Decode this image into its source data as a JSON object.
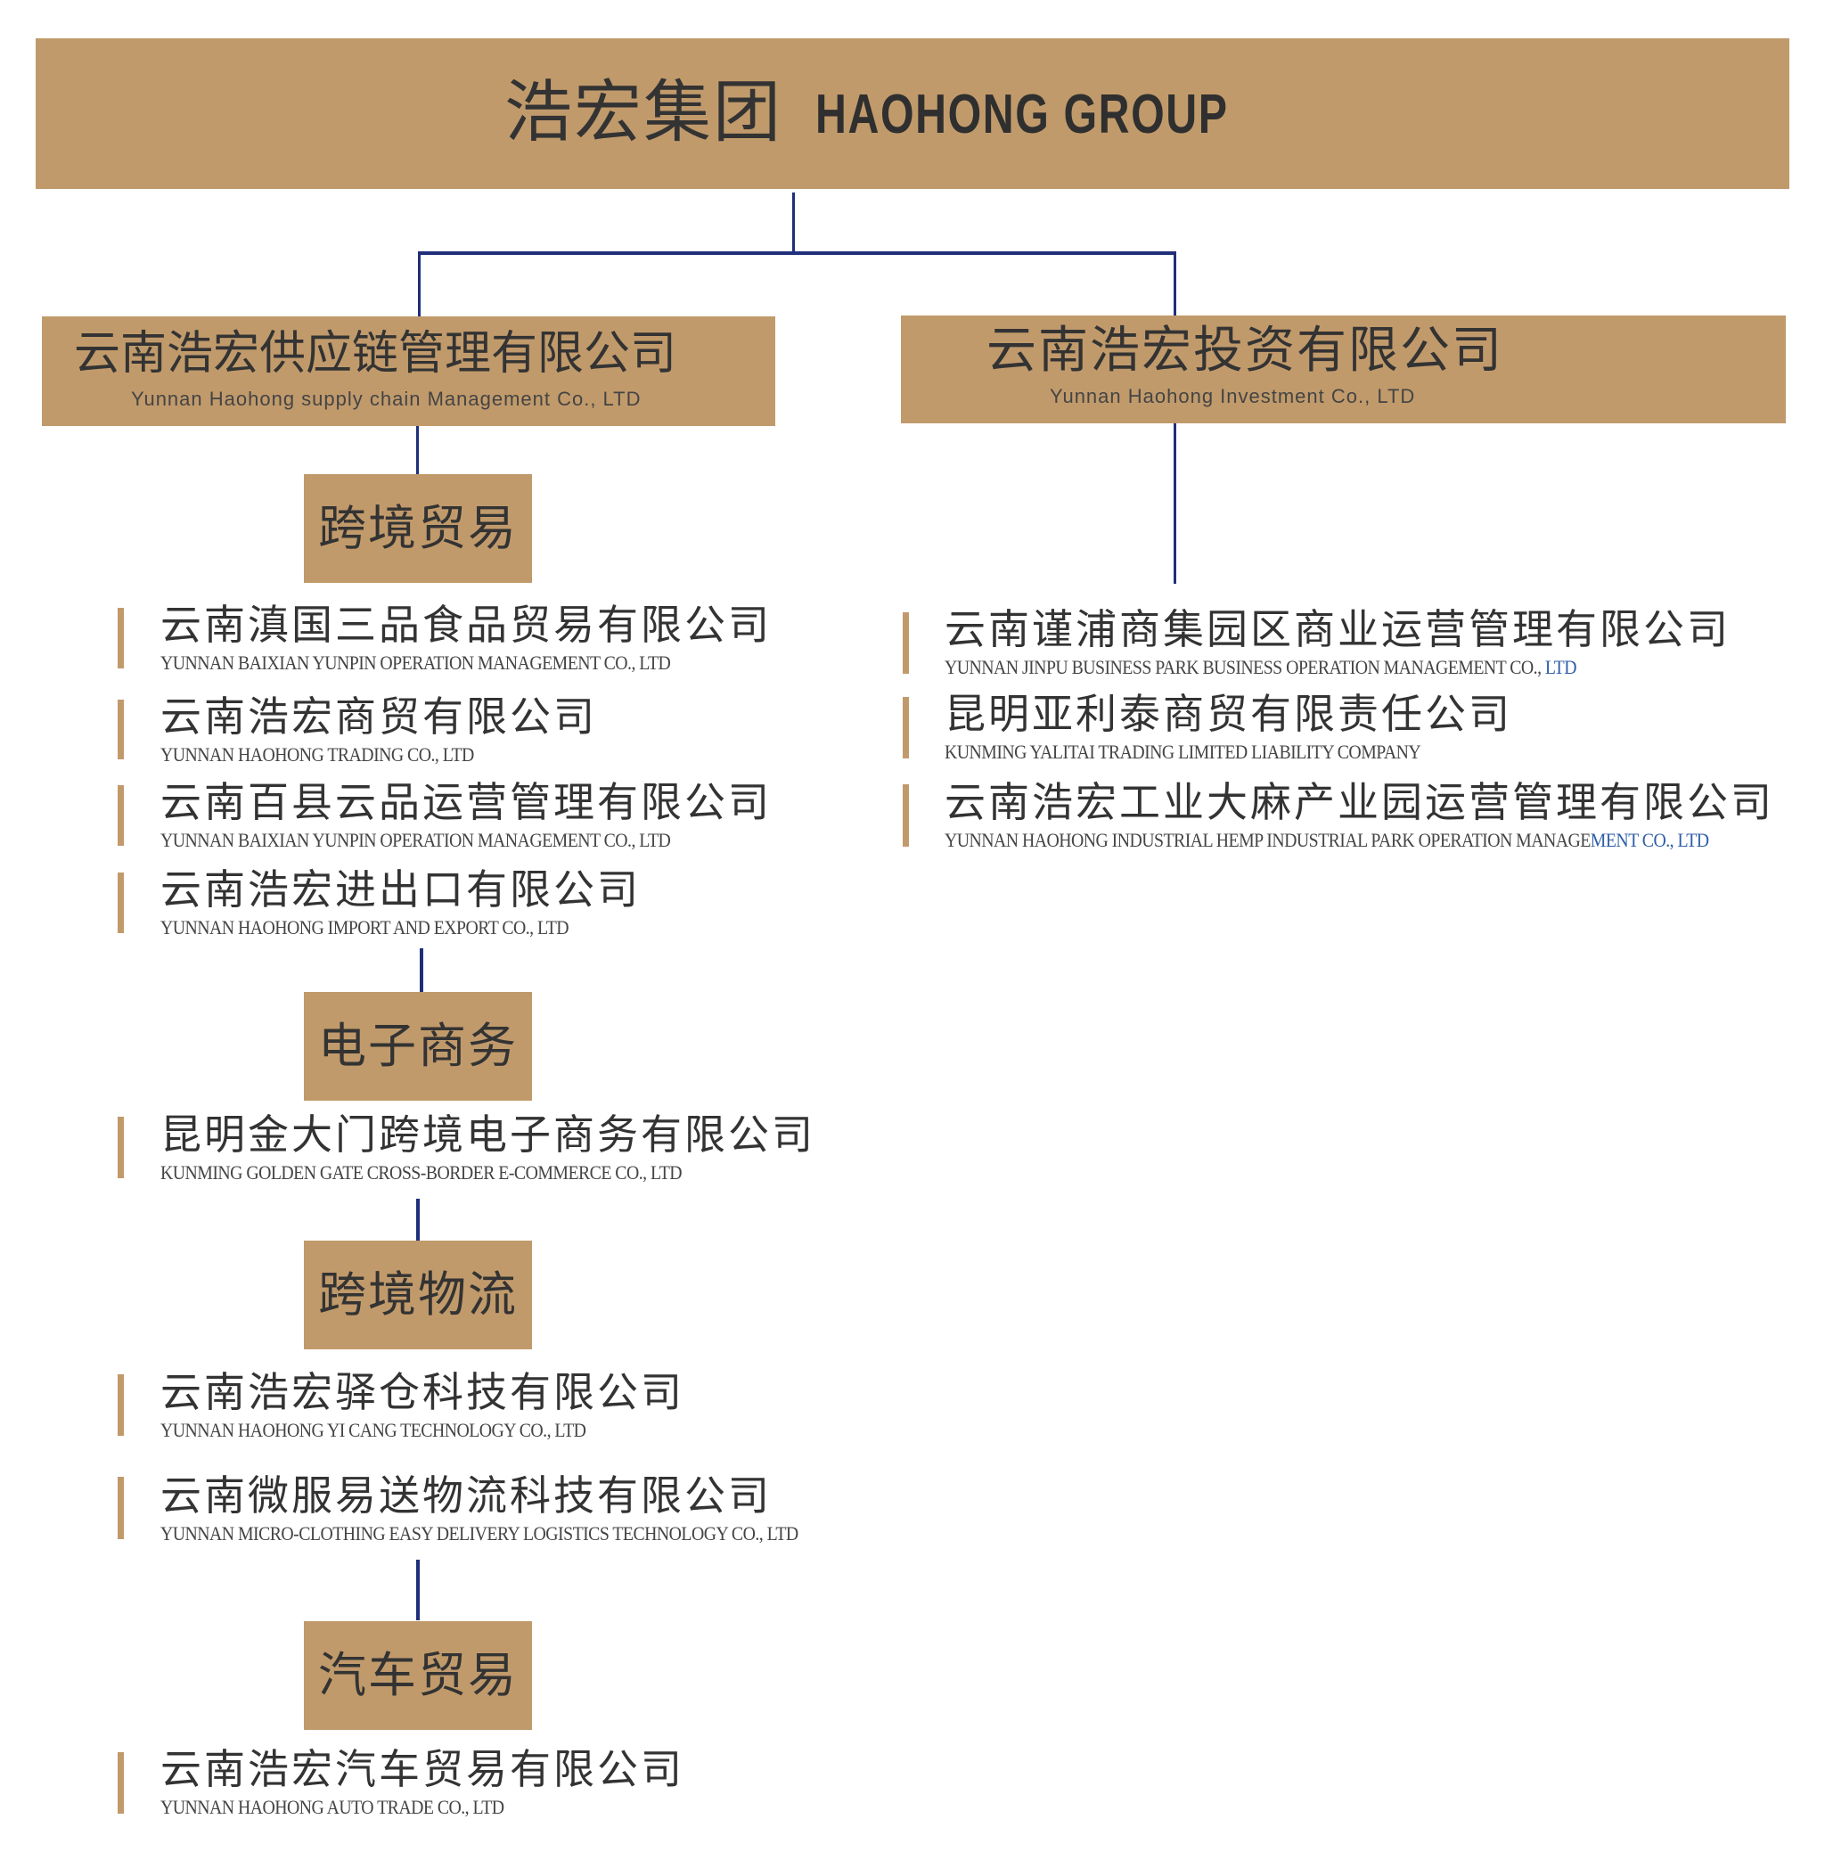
{
  "header": {
    "title_cn": "浩宏集团",
    "title_en": "HAOHONG GROUP"
  },
  "subsidiaries": [
    {
      "name_cn": "云南浩宏供应链管理有限公司",
      "name_en": "Yunnan Haohong supply chain Management Co., LTD"
    },
    {
      "name_cn": "云南浩宏投资有限公司",
      "name_en": "Yunnan Haohong Investment Co., LTD"
    }
  ],
  "categories": [
    "跨境贸易",
    "电子商务",
    "跨境物流",
    "汽车贸易"
  ],
  "left_companies": [
    {
      "cn": "云南滇国三品食品贸易有限公司",
      "en": "YUNNAN BAIXIAN YUNPIN OPERATION MANAGEMENT CO., LTD"
    },
    {
      "cn": "云南浩宏商贸有限公司",
      "en": "YUNNAN HAOHONG TRADING CO., LTD"
    },
    {
      "cn": "云南百县云品运营管理有限公司",
      "en": "YUNNAN BAIXIAN YUNPIN OPERATION MANAGEMENT CO., LTD"
    },
    {
      "cn": "云南浩宏进出口有限公司",
      "en": "YUNNAN HAOHONG IMPORT AND EXPORT CO., LTD"
    },
    {
      "cn": "昆明金大门跨境电子商务有限公司",
      "en": "KUNMING GOLDEN GATE CROSS-BORDER E-COMMERCE CO., LTD"
    },
    {
      "cn": "云南浩宏驿仓科技有限公司",
      "en": "YUNNAN HAOHONG YI CANG TECHNOLOGY CO., LTD"
    },
    {
      "cn": "云南微服易送物流科技有限公司",
      "en": "YUNNAN MICRO-CLOTHING EASY DELIVERY LOGISTICS TECHNOLOGY CO., LTD"
    },
    {
      "cn": "云南浩宏汽车贸易有限公司",
      "en": "YUNNAN HAOHONG AUTO TRADE CO., LTD"
    }
  ],
  "right_companies": [
    {
      "cn": "云南谨浦商集园区商业运营管理有限公司",
      "en": "YUNNAN JINPU BUSINESS PARK BUSINESS OPERATION MANAGEMENT CO., ",
      "en_blue": "LTD"
    },
    {
      "cn": "昆明亚利泰商贸有限责任公司",
      "en": "KUNMING YALITAI TRADING LIMITED LIABILITY COMPANY",
      "en_blue": ""
    },
    {
      "cn": "云南浩宏工业大麻产业园运营管理有限公司",
      "en": "YUNNAN HAOHONG INDUSTRIAL HEMP INDUSTRIAL PARK OPERATION MANAGE",
      "en_blue": "MENT CO., LTD"
    }
  ],
  "colors": {
    "box": "#C19A6B",
    "line": "#1F2F7A",
    "text": "#333333",
    "accent_blue": "#2F5DA8"
  }
}
